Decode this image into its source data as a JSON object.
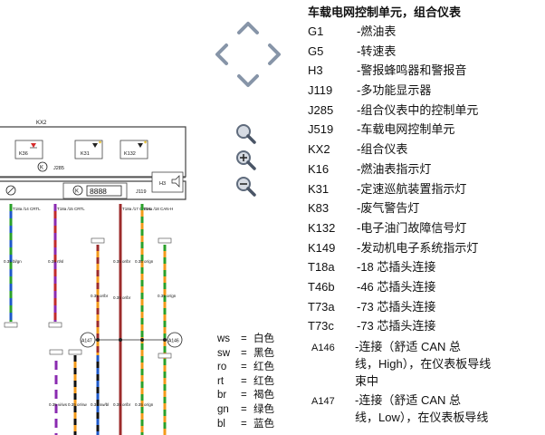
{
  "legend": {
    "title": "车载电网控制单元，组合仪表",
    "items": [
      {
        "code": "G1",
        "desc": "-燃油表"
      },
      {
        "code": "G5",
        "desc": "-转速表"
      },
      {
        "code": "H3",
        "desc": "-警报蜂鸣器和警报音"
      },
      {
        "code": "J119",
        "desc": "-多功能显示器"
      },
      {
        "code": "J285",
        "desc": "-组合仪表中的控制单元"
      },
      {
        "code": "J519",
        "desc": "-车载电网控制单元"
      },
      {
        "code": "KX2",
        "desc": "-组合仪表"
      },
      {
        "code": "K16",
        "desc": "-燃油表指示灯"
      },
      {
        "code": "K31",
        "desc": "-定速巡航装置指示灯"
      },
      {
        "code": "K83",
        "desc": "-废气警告灯"
      },
      {
        "code": "K132",
        "desc": "-电子油门故障信号灯"
      },
      {
        "code": "K149",
        "desc": "-发动机电子系统指示灯"
      },
      {
        "code": "T18a",
        "desc": "-18 芯插头连接"
      },
      {
        "code": "T46b",
        "desc": "-46 芯插头连接"
      },
      {
        "code": "T73a",
        "desc": "-73 芯插头连接"
      },
      {
        "code": "T73c",
        "desc": "-73 芯插头连接"
      }
    ],
    "multi": [
      {
        "code": "A146",
        "lines": [
          "-连接（舒适 CAN 总",
          "线，High），在仪表板导线",
          "束中"
        ]
      },
      {
        "code": "A147",
        "lines": [
          "-连接（舒适 CAN 总",
          "线，Low），在仪表板导线"
        ]
      }
    ]
  },
  "colors": [
    {
      "code": "ws",
      "name": "白色"
    },
    {
      "code": "sw",
      "name": "黑色"
    },
    {
      "code": "ro",
      "name": "红色"
    },
    {
      "code": "rt",
      "name": "红色"
    },
    {
      "code": "br",
      "name": "褐色"
    },
    {
      "code": "gn",
      "name": "绿色"
    },
    {
      "code": "bl",
      "name": "蓝色"
    }
  ],
  "diagram": {
    "kx2": "KX2",
    "k36": "K36",
    "k31": "K31",
    "k132": "K132",
    "j285": "J285",
    "j119": "J119",
    "h3": "H3",
    "pin_labels": [
      "T18a /14 CRTL",
      "T18a /15 CRTL",
      "T18a /17 CAN-L",
      "T18a /18 CAN-H"
    ],
    "wire_labels": [
      "0.35 bl/gn",
      "0.35 rt/sl",
      "0.35 or/br",
      "0.35 or/br",
      "0.35 or/gn",
      "0.35 or/br",
      "0.35 or/gn",
      "0.35 vi/ws",
      "0.35 or/sw",
      "0.35 sw/bl",
      "0.35 or/br",
      "0.35 or/gn"
    ],
    "a147": "A147",
    "a146": "A146"
  },
  "nav": {
    "up": "arrow-up-icon",
    "left": "arrow-left-icon",
    "right": "arrow-right-icon",
    "down": "arrow-down-icon",
    "search": "magnifier-icon",
    "zoom_in": "zoom-in-icon",
    "zoom_out": "zoom-out-icon"
  }
}
